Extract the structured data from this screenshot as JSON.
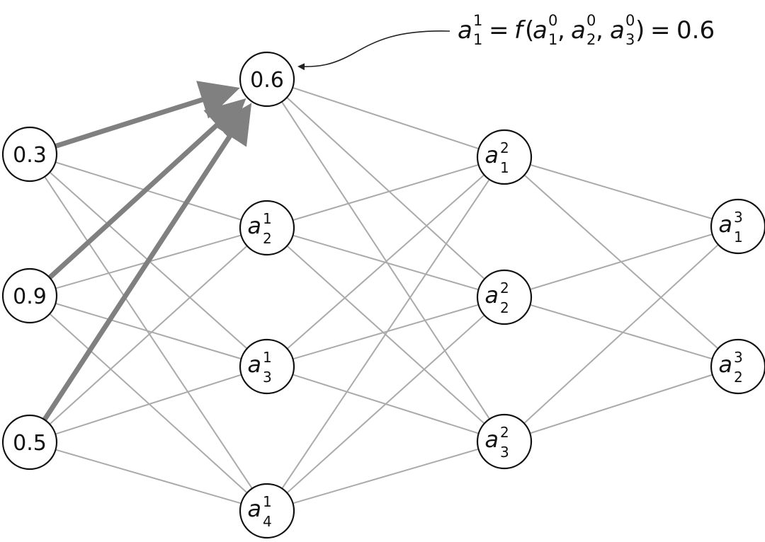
{
  "diagram": {
    "title_equation": {
      "lhs": {
        "var": "a",
        "sup": "1",
        "sub": "1"
      },
      "equals": "=",
      "func": "f",
      "args": [
        {
          "var": "a",
          "sup": "0",
          "sub": "1"
        },
        {
          "var": "a",
          "sup": "0",
          "sub": "2"
        },
        {
          "var": "a",
          "sup": "0",
          "sub": "3"
        }
      ],
      "result": "0.6"
    },
    "layers": [
      {
        "name": "input",
        "nodes": [
          {
            "label": "0.3"
          },
          {
            "label": "0.9"
          },
          {
            "label": "0.5"
          }
        ]
      },
      {
        "name": "hidden1",
        "nodes": [
          {
            "label": "0.6"
          },
          {
            "var": "a",
            "sup": "1",
            "sub": "2"
          },
          {
            "var": "a",
            "sup": "1",
            "sub": "3"
          },
          {
            "var": "a",
            "sup": "1",
            "sub": "4"
          }
        ]
      },
      {
        "name": "hidden2",
        "nodes": [
          {
            "var": "a",
            "sup": "2",
            "sub": "1"
          },
          {
            "var": "a",
            "sup": "2",
            "sub": "2"
          },
          {
            "var": "a",
            "sup": "2",
            "sub": "3"
          }
        ]
      },
      {
        "name": "output",
        "nodes": [
          {
            "var": "a",
            "sup": "3",
            "sub": "1"
          },
          {
            "var": "a",
            "sup": "3",
            "sub": "2"
          }
        ]
      }
    ],
    "highlighted_edges": [
      {
        "from": [
          0,
          0
        ],
        "to": [
          1,
          0
        ]
      },
      {
        "from": [
          0,
          1
        ],
        "to": [
          1,
          0
        ]
      },
      {
        "from": [
          0,
          2
        ],
        "to": [
          1,
          0
        ]
      }
    ],
    "colors": {
      "edge": "#aaaaaa",
      "highlight": "#808080",
      "node_stroke": "#111111",
      "annotation_arrow": "#222222"
    }
  }
}
